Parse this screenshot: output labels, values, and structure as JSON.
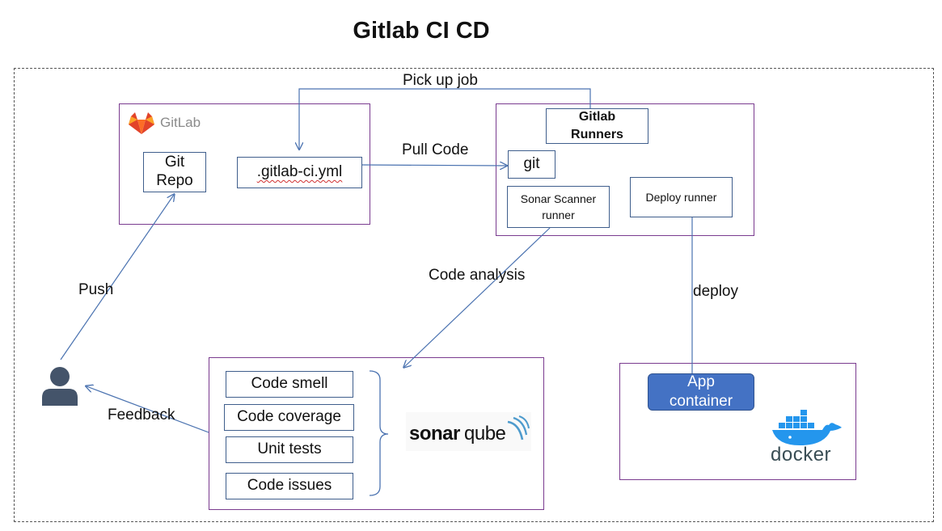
{
  "title": "Gitlab CI CD",
  "gitlab": {
    "logo_text": "GitLab",
    "repo": "Git\nRepo",
    "ci_file": ".gitlab-ci.yml"
  },
  "runners": {
    "title": "Gitlab\nRunners",
    "git": "git",
    "sonar": "Sonar Scanner\nrunner",
    "deploy": "Deploy runner"
  },
  "sonarqube": {
    "items": [
      "Code smell",
      "Code coverage",
      "Unit tests",
      "Code issues"
    ],
    "logo_a": "sonar",
    "logo_b": "qube"
  },
  "docker": {
    "app": "App\ncontainer",
    "logo_text": "docker"
  },
  "edges": {
    "pick_up_job": "Pick up job",
    "pull_code": "Pull Code",
    "code_analysis": "Code analysis",
    "deploy": "deploy",
    "push": "Push",
    "feedback": "Feedback"
  },
  "colors": {
    "border_purple": "#7a3b8f",
    "border_blue": "#3f5e8c",
    "arrow": "#4a72b0",
    "app_fill": "#4472c4",
    "user": "#44546a"
  }
}
